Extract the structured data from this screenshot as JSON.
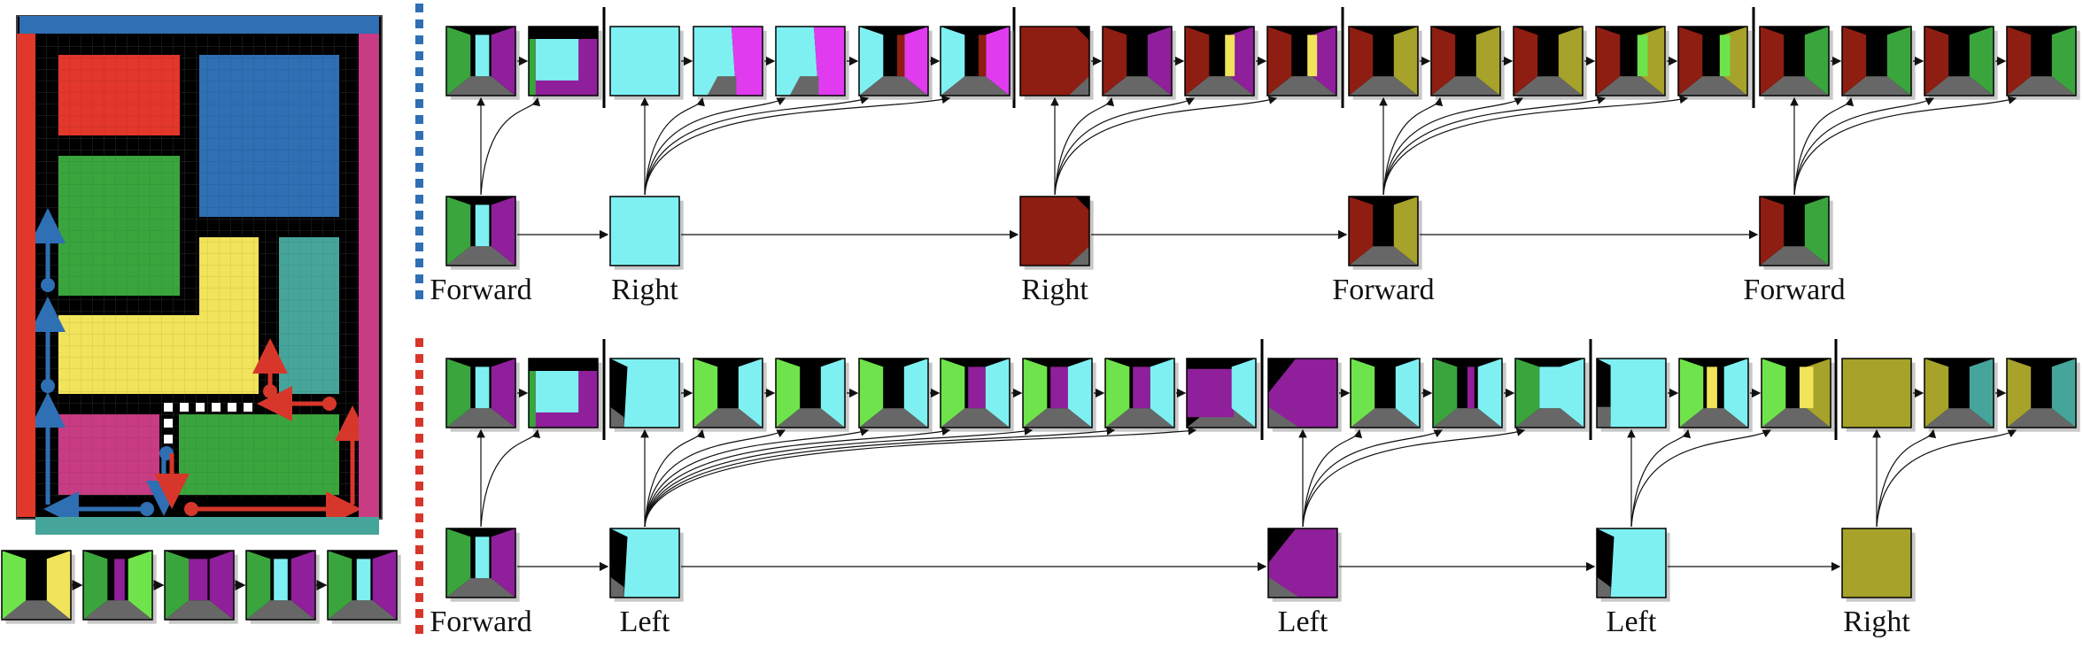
{
  "colors": {
    "black": "#0a0a0a",
    "red": "#e2372b",
    "blue": "#2f6fb3",
    "green": "#3aa53d",
    "yellow": "#f1e35a",
    "teal": "#46a59b",
    "magenta": "#c83c83",
    "cyan": "#7ff0f2",
    "purple": "#8f1f9a",
    "bright_green": "#6fe34b",
    "dark_red": "#8e1d12",
    "olive": "#a6a22a",
    "floor": "#676767",
    "path_blue": "#2f6fb3",
    "path_red": "#d7372b"
  },
  "map": {
    "rooms": [
      {
        "name": "room-red",
        "color": "red"
      },
      {
        "name": "room-blue",
        "color": "blue"
      },
      {
        "name": "room-green",
        "color": "green"
      },
      {
        "name": "room-yellow",
        "color": "yellow"
      },
      {
        "name": "room-teal",
        "color": "teal"
      },
      {
        "name": "room-magenta",
        "color": "magenta"
      },
      {
        "name": "room-green-lower",
        "color": "green"
      }
    ]
  },
  "trajectories": [
    {
      "name": "top",
      "marker_color": "path_blue",
      "actions": [
        {
          "label": "Forward",
          "view": "green_cyan_purple"
        },
        {
          "label": "Right",
          "view": "cyan"
        },
        {
          "label": "Right",
          "view": "dark_red"
        },
        {
          "label": "Forward",
          "view": "dark_red_olive"
        },
        {
          "label": "Forward",
          "view": "dark_red_green"
        }
      ],
      "top_groups": [
        [
          "green_cyan_purple",
          "cyan_near_purple"
        ],
        [
          "cyan",
          "cyan_magenta",
          "cyan_magenta",
          "cyan_red_mag",
          "cyan_red_mag"
        ],
        [
          "dark_red",
          "dark_red_purple",
          "dark_red_yellow",
          "dark_red_yellow"
        ],
        [
          "dark_red_olive",
          "dark_red_olive",
          "dark_red_olive",
          "dark_red_bright",
          "dark_red_bright"
        ],
        [
          "dark_red_green",
          "dark_red_green",
          "dark_red_green",
          "dark_red_green"
        ]
      ]
    },
    {
      "name": "bottom",
      "marker_color": "path_red",
      "actions": [
        {
          "label": "Forward",
          "view": "green_cyan_purple"
        },
        {
          "label": "Left",
          "view": "cyan_left"
        },
        {
          "label": "Left",
          "view": "purple_diag"
        },
        {
          "label": "Left",
          "view": "cyan_left"
        },
        {
          "label": "Right",
          "view": "olive"
        }
      ],
      "top_groups": [
        [
          "green_cyan_purple",
          "cyan_near_purple"
        ],
        [
          "cyan_left",
          "green_cyan",
          "bright_cyan",
          "bright_cyan",
          "bright_cyan_p",
          "bright_cyan_p",
          "bright_cyan_p",
          "purple_cyan"
        ],
        [
          "purple_diag",
          "green_cyan",
          "green_cyan_b",
          "green_cyan_box"
        ],
        [
          "cyan_left_s",
          "bright_cyan_y",
          "bright_yellow"
        ],
        [
          "olive",
          "olive_teal",
          "olive_teal"
        ]
      ]
    }
  ],
  "bottom_left_strip": [
    "green_yellow",
    "green_purple_small",
    "green_purple_big",
    "purple_cyan_small",
    "green_cyan_purple"
  ]
}
